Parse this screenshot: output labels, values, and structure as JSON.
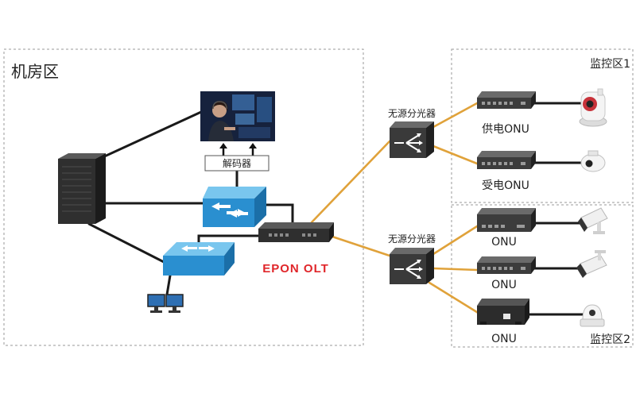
{
  "zones": {
    "machine_room": {
      "label": "机房区"
    },
    "monitor_zone_1": {
      "label": "监控区1"
    },
    "monitor_zone_2": {
      "label": "监控区2"
    }
  },
  "machine_room": {
    "server": {
      "icon": "server-tower-icon"
    },
    "video_wall": {
      "icon": "monitor-display-icon"
    },
    "decoder": {
      "label": "解码器",
      "icon": "decoder-box-icon"
    },
    "core_switch": {
      "icon": "switch-icon"
    },
    "access_switch": {
      "icon": "switch-icon"
    },
    "workstation": {
      "icon": "computer-icon"
    },
    "olt": {
      "label": "EPON OLT",
      "icon": "olt-icon"
    }
  },
  "splitters": [
    {
      "label": "无源分光器",
      "icon": "splitter-icon"
    },
    {
      "label": "无源分光器",
      "icon": "splitter-icon"
    }
  ],
  "onus": [
    {
      "label": "供电ONU",
      "icon": "onu-icon",
      "camera": "ptz-dome-camera-icon"
    },
    {
      "label": "受电ONU",
      "icon": "onu-icon",
      "camera": "dome-camera-icon"
    },
    {
      "label": "ONU",
      "icon": "onu-icon",
      "camera": "bullet-camera-icon"
    },
    {
      "label": "ONU",
      "icon": "onu-icon",
      "camera": "bullet-camera-icon"
    },
    {
      "label": "ONU",
      "icon": "onu-box-icon",
      "camera": "dome-camera-icon"
    }
  ],
  "colors": {
    "fiber": "#e0a23a",
    "copper": "#1a1a1a",
    "olt_label": "#e0262a",
    "zone_border": "#9a9a9a",
    "switch_blue": "#2a8fd0"
  }
}
